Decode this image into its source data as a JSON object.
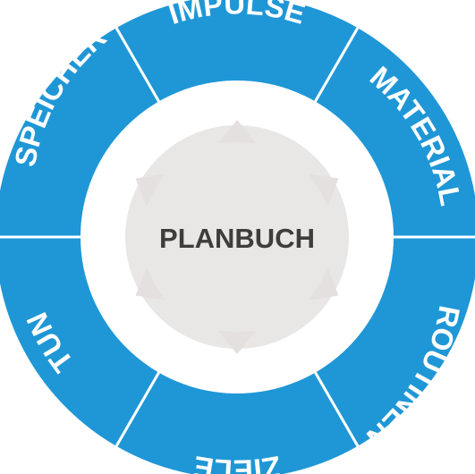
{
  "colors": {
    "segment": "#1f97d6",
    "segment_text": "#ffffff",
    "separator": "#ffffff",
    "inner_ring": "#ffffff",
    "center": "#e9e7e6",
    "center_text": "#3f3d3c",
    "arrow": "#e3e0df"
  },
  "center": {
    "label": "PLANBUCH"
  },
  "segments": [
    {
      "id": "impulse",
      "label": "IMPULSE"
    },
    {
      "id": "material",
      "label": "MATERIAL"
    },
    {
      "id": "routinen",
      "label": "ROUTINEN"
    },
    {
      "id": "ziele",
      "label": "ZIELE"
    },
    {
      "id": "tun",
      "label": "TUN"
    },
    {
      "id": "speicher",
      "label": "SPEICHER"
    }
  ]
}
